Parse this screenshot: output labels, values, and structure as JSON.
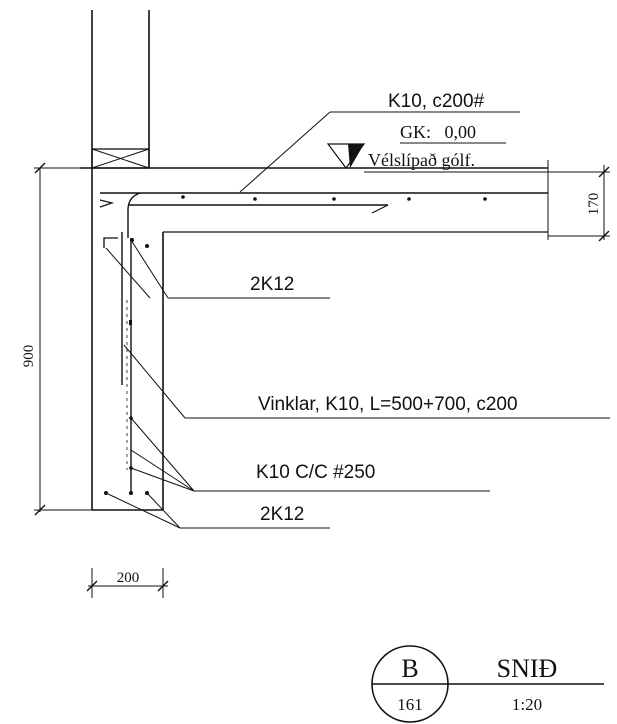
{
  "labels": {
    "slab_rebar": "K10, c200#",
    "floor_level": "GK:   0,00",
    "floor_finish": "Vélslípað gólf.",
    "bars_top": "2K12",
    "stirrups": "Vinklar, K10, L=500+700, c200",
    "wall_mesh": "K10 C/C #250",
    "bars_bottom": "2K12"
  },
  "dimensions": {
    "slab_thickness": "170",
    "beam_height": "900",
    "beam_width": "200"
  },
  "title_block": {
    "section_letter": "B",
    "sheet_number": "161",
    "title": "SNIÐ",
    "scale": "1:20"
  }
}
